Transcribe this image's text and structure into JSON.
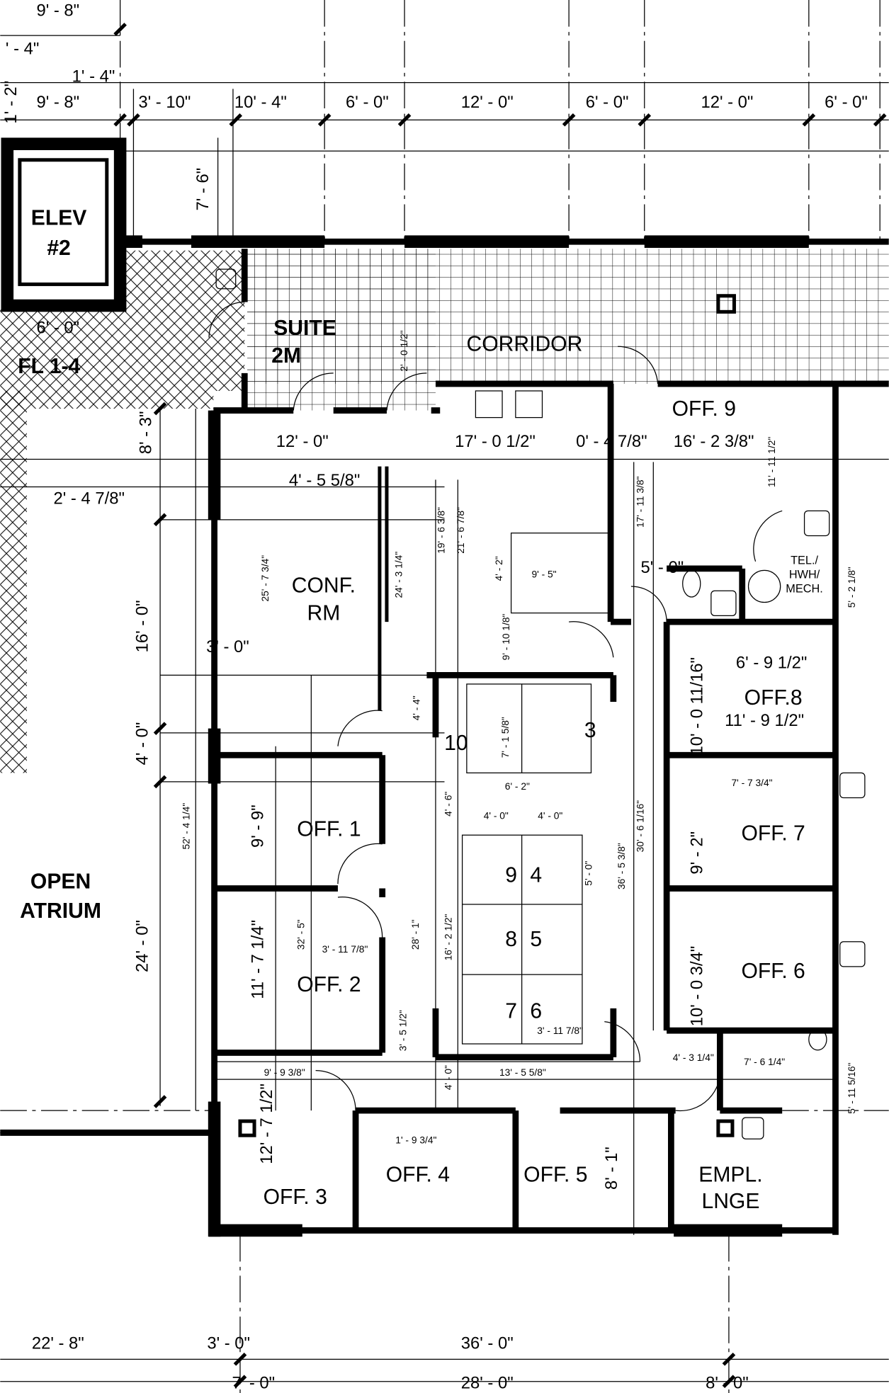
{
  "rooms": {
    "elev": "ELEV",
    "elev_num": "#2",
    "floors": "FL 1-4",
    "suite": "SUITE",
    "suite_num": "2M",
    "corridor": "CORRIDOR",
    "off9": "OFF. 9",
    "conf": "CONF.",
    "conf_rm": "RM",
    "tel": "TEL./",
    "hwh": "HWH/",
    "mech": "MECH.",
    "off8": "OFF.8",
    "off7": "OFF. 7",
    "off6": "OFF. 6",
    "off1": "OFF. 1",
    "off2": "OFF. 2",
    "off3": "OFF. 3",
    "off4": "OFF. 4",
    "off5": "OFF. 5",
    "open": "OPEN",
    "atrium": "ATRIUM",
    "empl": "EMPL.",
    "lnge": "LNGE",
    "workstations": [
      "10",
      "3",
      "9",
      "4",
      "8",
      "5",
      "7",
      "6"
    ]
  },
  "dimensions": [
    "9' - 8\"",
    "' - 4\"",
    "1' - 4\"",
    "1' - 2\"",
    "9' - 8\"",
    "3' - 10\"",
    "10' - 4\"",
    "6' - 0\"",
    "12' - 0\"",
    "6' - 0\"",
    "12' - 0\"",
    "6' - 0\"",
    "7' - 6\"",
    "6' - 0\"",
    "2' - 0 1/2\"",
    "12' - 0\"",
    "17' - 0 1/2\"",
    "0' - 4 7/8\"",
    "16' - 2 3/8\"",
    "11' - 11 1/2\"",
    "8' - 3\"",
    "2' - 4 7/8\"",
    "4' - 5 5/8\"",
    "19' - 6 3/8\"",
    "21' - 6 7/8\"",
    "17' - 11 3/8\"",
    "25' - 7 3/4\"",
    "24' - 3 1/4\"",
    "4' - 2\"",
    "9' - 5\"",
    "5' - 0\"",
    "5' - 2 1/8\"",
    "16' - 0\"",
    "9' - 10 1/8\"",
    "3' - 0\"",
    "6' - 9 1/2\"",
    "11' - 9 1/2\"",
    "10' - 0 11/16\"",
    "4' - 4\"",
    "7' - 1 5/8\"",
    "4' - 0\"",
    "6' - 2\"",
    "7' - 7 3/4\"",
    "4' - 6\"",
    "4' - 0\"",
    "4' - 0\"",
    "9' - 9\"",
    "52' - 4 1/4\"",
    "30' - 6 1/16\"",
    "9' - 2\"",
    "5' - 0\"",
    "36' - 5 3/8\"",
    "24' - 0\"",
    "11' - 7 1/4\"",
    "32' - 5\"",
    "3' - 11 7/8\"",
    "28' - 1\"",
    "16' - 2 1/2\"",
    "10' - 0 3/4\"",
    "3' - 11 7/8\"",
    "3' - 5 1/2\"",
    "4' - 3 1/4\"",
    "7' - 6 1/4\"",
    "9' - 9 3/8\"",
    "13' - 5 5/8\"",
    "4' - 0\"",
    "5' - 11 5/16\"",
    "12' - 7 1/2\"",
    "1' - 9 3/4\"",
    "8' - 1\"",
    "22' - 8\"",
    "3' - 0\"",
    "36' - 0\"",
    "7' - 0\"",
    "28' - 0\"",
    "8' - 0\""
  ]
}
